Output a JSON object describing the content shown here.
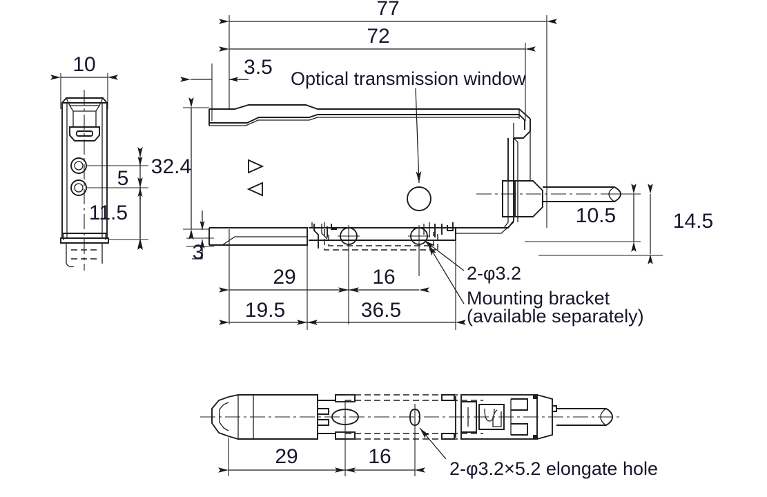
{
  "drawing": {
    "title": "Sensor outline dimension drawing",
    "units": "mm",
    "views": [
      {
        "name": "front-view",
        "label": ""
      },
      {
        "name": "side-view",
        "label": ""
      },
      {
        "name": "bottom-view",
        "label": ""
      }
    ],
    "annotations": {
      "optical_window": "Optical transmission window",
      "hole_callout": "2-φ3.2",
      "bracket_line1": "Mounting bracket",
      "bracket_line2": "(available separately)",
      "elongate_hole": "2-φ3.2×5.2 elongate hole"
    },
    "dimensions": {
      "front_width": "10",
      "front_height": "32.4",
      "front_led_gap": "5",
      "front_lower": "11.5",
      "overall_length": "77",
      "body_length": "72",
      "front_offset": "3.5",
      "base_thickness": "3",
      "hole1_from_left": "29",
      "hole_spacing": "16",
      "left_to_body": "19.5",
      "body_to_right": "36.5",
      "cable_height": "10.5",
      "total_height": "14.5",
      "bottom_hole1": "29",
      "bottom_hole_spacing": "16"
    },
    "indicators": {
      "arrow_right": "▷",
      "arrow_left": "◁"
    },
    "colors": {
      "line": "#1c1c1c",
      "text": "#16162c",
      "background": "#ffffff"
    }
  }
}
